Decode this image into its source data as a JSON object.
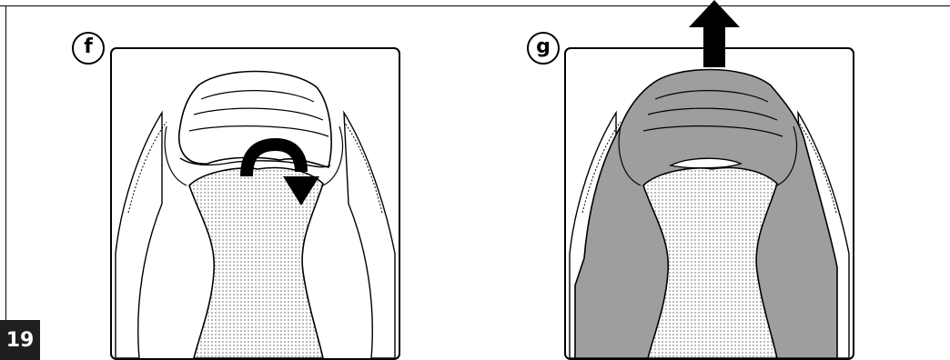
{
  "figure": {
    "step_number": "19",
    "panels": [
      {
        "label": "f",
        "action_arrow": "curved-down-arrow"
      },
      {
        "label": "g",
        "action_arrow": "up-arrow"
      }
    ]
  },
  "colors": {
    "outline": "#000000",
    "shaded_fabric": "#9e9e9e",
    "mesh_pattern": "#cfcfcf",
    "background": "#ffffff",
    "step_badge": "#1f1f1f"
  }
}
